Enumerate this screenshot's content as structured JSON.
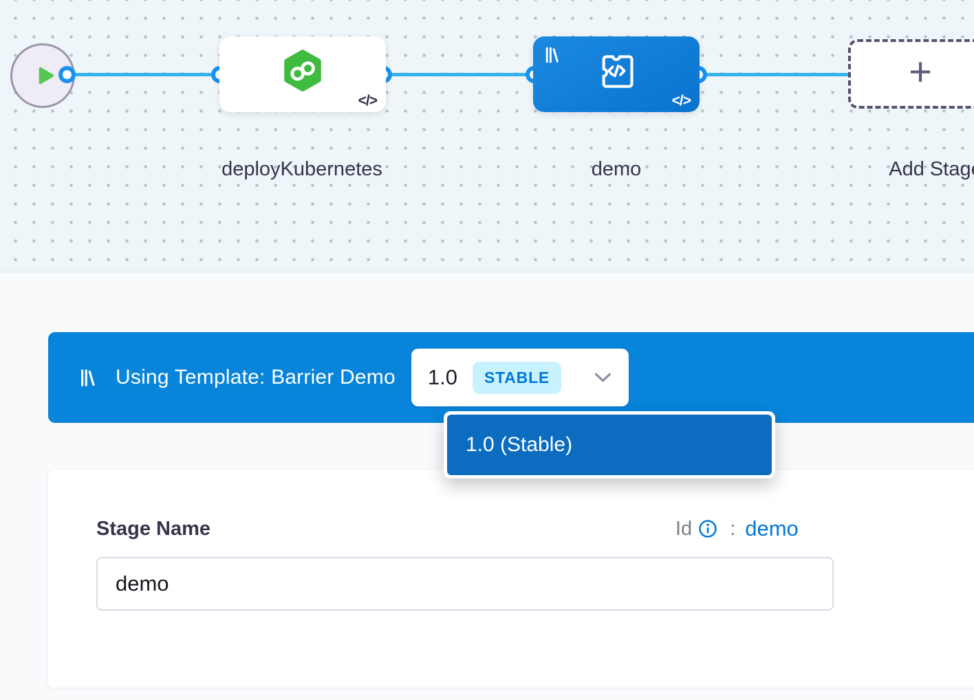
{
  "canvas": {
    "code_glyph": "</>",
    "nodes": {
      "deploy": {
        "label": "deployKubernetes"
      },
      "demo": {
        "label": "demo"
      },
      "add_stage": {
        "label": "Add Stage",
        "plus_glyph": "+"
      }
    }
  },
  "banner": {
    "text": "Using Template: Barrier Demo",
    "version": "1.0",
    "badge": "STABLE"
  },
  "dropdown": {
    "selected_item": "1.0 (Stable)"
  },
  "panel": {
    "stage_name_label": "Stage Name",
    "id_label": "Id",
    "id_separator": ":",
    "id_value": "demo",
    "stage_name_value": "demo"
  },
  "colors": {
    "banner_blue": "#0884DB",
    "dropdown_item_blue": "#0B6CC0",
    "accent_blue": "#0278D5",
    "edge_cyan": "#33B3E8",
    "port_blue": "#1992F0",
    "deploy_green": "#3FBB3F",
    "play_green": "#57C654",
    "stable_badge_bg": "#C9F2FF",
    "canvas_bg": "#EFF6F9"
  }
}
